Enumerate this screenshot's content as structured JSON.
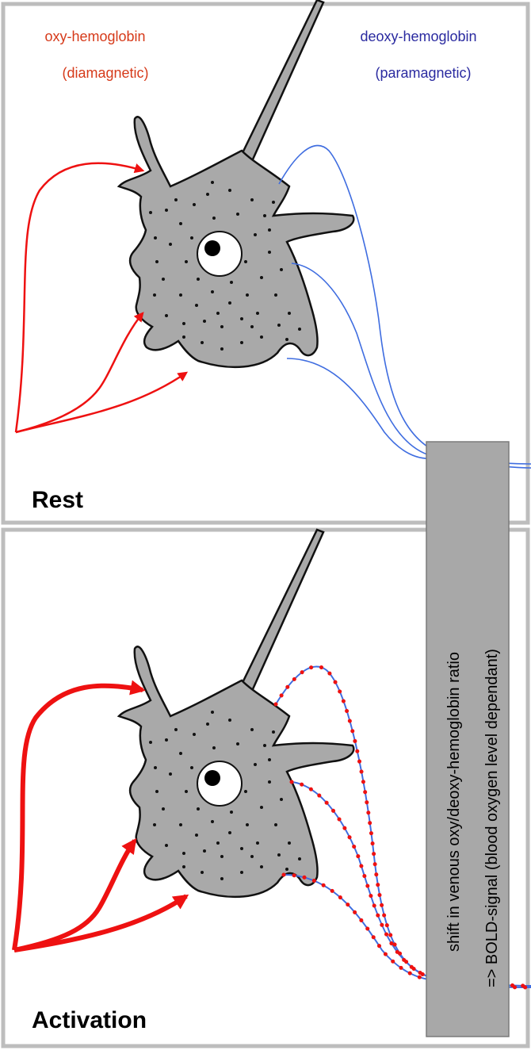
{
  "labels": {
    "oxy_line1": "oxy-hemoglobin",
    "oxy_line2": "(diamagnetic)",
    "deoxy_line1": "deoxy-hemoglobin",
    "deoxy_line2": "(paramagnetic)",
    "rest": "Rest",
    "activation": "Activation",
    "shift_line1": "shift in venous oxy/deoxy-hemoglobin ratio",
    "shift_line2": "=> BOLD-signal (blood oxygen level dependant)"
  },
  "colors": {
    "oxy": "#ee1111",
    "deoxy": "#3355dd",
    "oxy_label": "#d63a1a",
    "deoxy_label": "#2a2aa0",
    "neuron": "#a9a9a9",
    "panel_border": "#bdbdbd",
    "shift_band": "#a8a8a8"
  }
}
